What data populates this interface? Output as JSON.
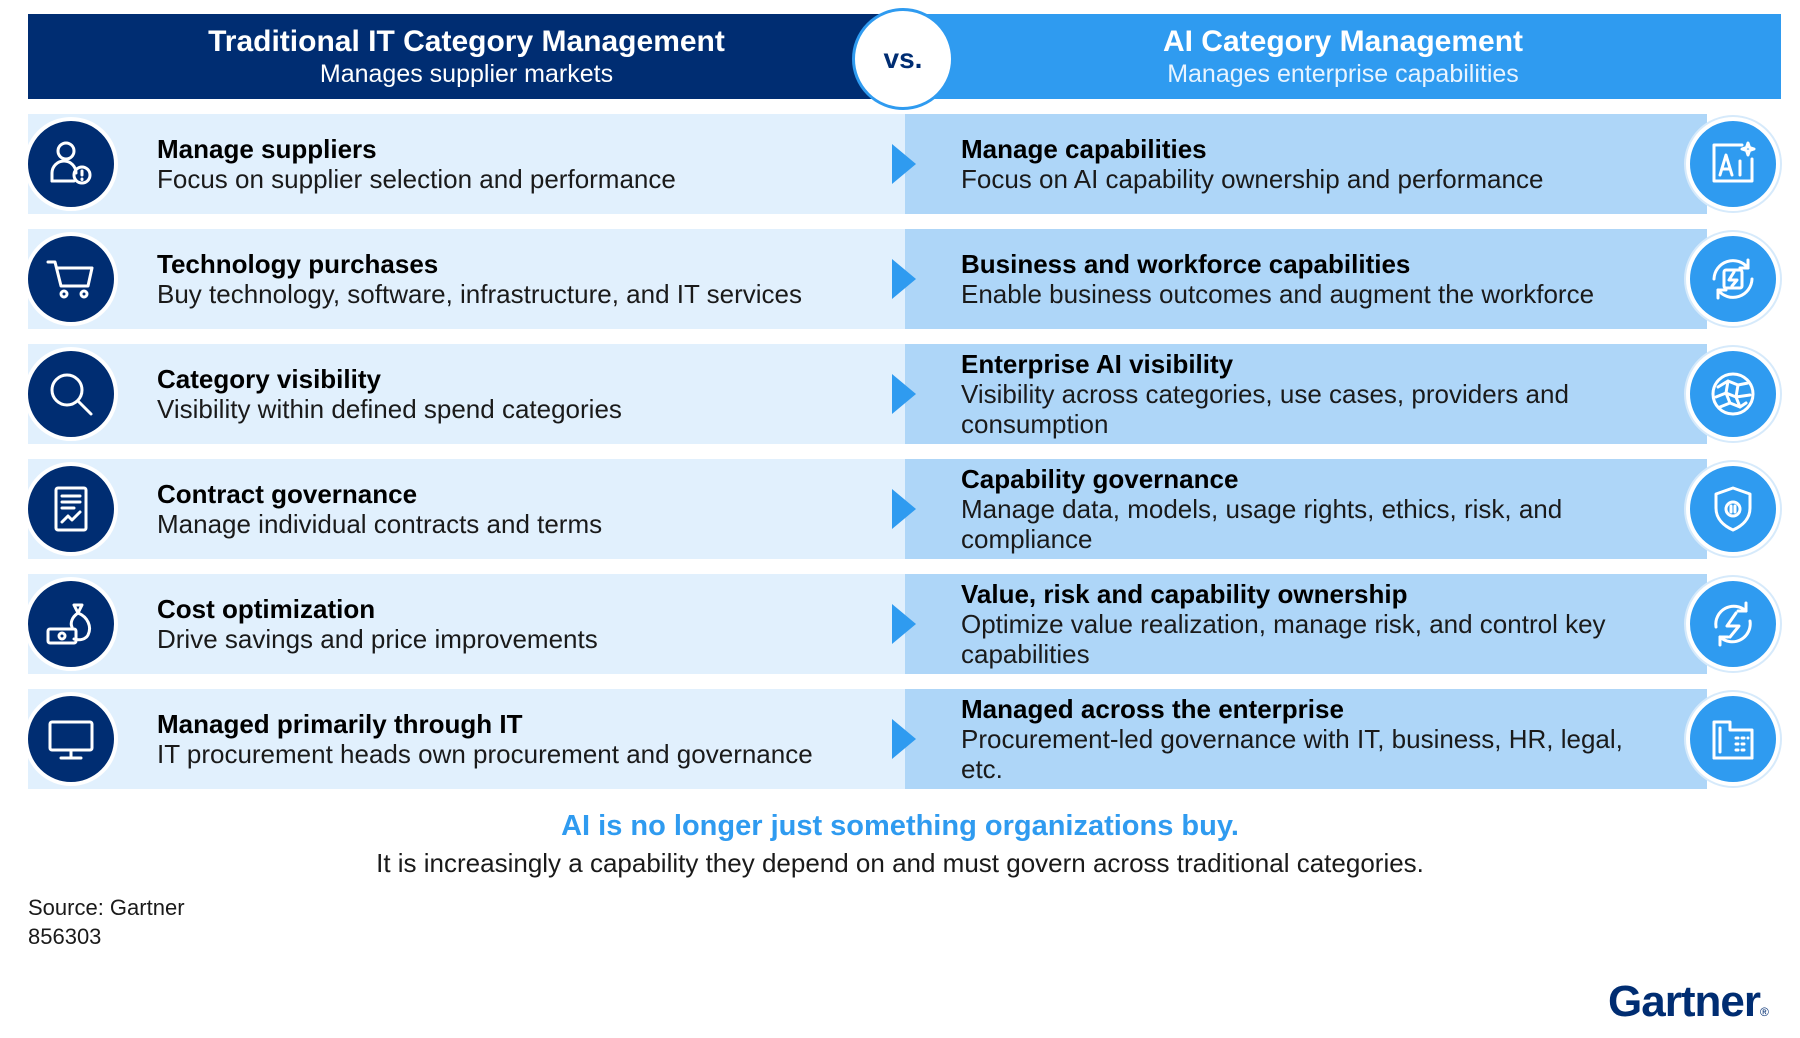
{
  "header": {
    "left_title": "Traditional IT Category Management",
    "left_subtitle": "Manages supplier markets",
    "vs_label": "vs.",
    "right_title": "AI Category Management",
    "right_subtitle": "Manages enterprise capabilities"
  },
  "rows": [
    {
      "left_icon": "supplier-person-icon",
      "left_title": "Manage suppliers",
      "left_desc": "Focus on supplier selection and performance",
      "right_icon": "ai-sparkle-icon",
      "right_title": "Manage capabilities",
      "right_desc": "Focus on AI capability ownership and performance"
    },
    {
      "left_icon": "shopping-cart-icon",
      "left_title": "Technology purchases",
      "left_desc": "Buy technology, software, infrastructure, and IT services",
      "right_icon": "cycle-lightning-icon",
      "right_title": "Business and workforce capabilities",
      "right_desc": "Enable business outcomes and augment the workforce"
    },
    {
      "left_icon": "magnifier-icon",
      "left_title": "Category visibility",
      "left_desc": "Visibility within defined spend categories",
      "right_icon": "network-globe-icon",
      "right_title": "Enterprise AI visibility",
      "right_desc": "Visibility across categories, use cases, providers and consumption"
    },
    {
      "left_icon": "contract-document-icon",
      "left_title": "Contract governance",
      "left_desc": "Manage individual contracts and terms",
      "right_icon": "shield-icon",
      "right_title": "Capability governance",
      "right_desc": "Manage data, models, usage rights, ethics, risk, and compliance"
    },
    {
      "left_icon": "money-bag-icon",
      "left_title": "Cost optimization",
      "left_desc": "Drive savings and price improvements",
      "right_icon": "lightning-refresh-icon",
      "right_title": "Value, risk and capability ownership",
      "right_desc": "Optimize value realization, manage risk, and control key capabilities"
    },
    {
      "left_icon": "monitor-icon",
      "left_title": "Managed primarily through IT",
      "left_desc": "IT procurement heads own procurement and governance",
      "right_icon": "enterprise-building-icon",
      "right_title": "Managed across the enterprise",
      "right_desc": "Procurement-led governance with IT, business, HR, legal, etc."
    }
  ],
  "footer": {
    "tagline": "AI is no longer just something organizations buy.",
    "subline": "It is increasingly a capability they depend on and must govern across traditional categories.",
    "source": "Source: Gartner",
    "code": "856303",
    "logo": "Gartner"
  },
  "colors": {
    "navy": "#002d72",
    "blue": "#2f9bf0",
    "light_band": "#e1f0fd",
    "mid_band": "#aed6f8"
  }
}
